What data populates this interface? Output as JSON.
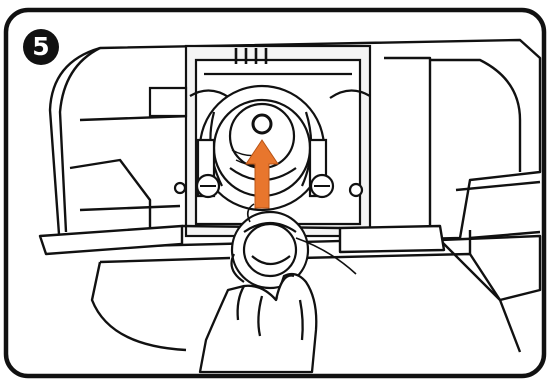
{
  "step": {
    "number": "5"
  },
  "colors": {
    "line": "#111111",
    "fill": "#ffffff",
    "shade": "#ebebeb",
    "arrow": "#e8762d"
  },
  "illustration": {
    "subject": "bobbin-case-removal",
    "arrow_direction": "up"
  }
}
